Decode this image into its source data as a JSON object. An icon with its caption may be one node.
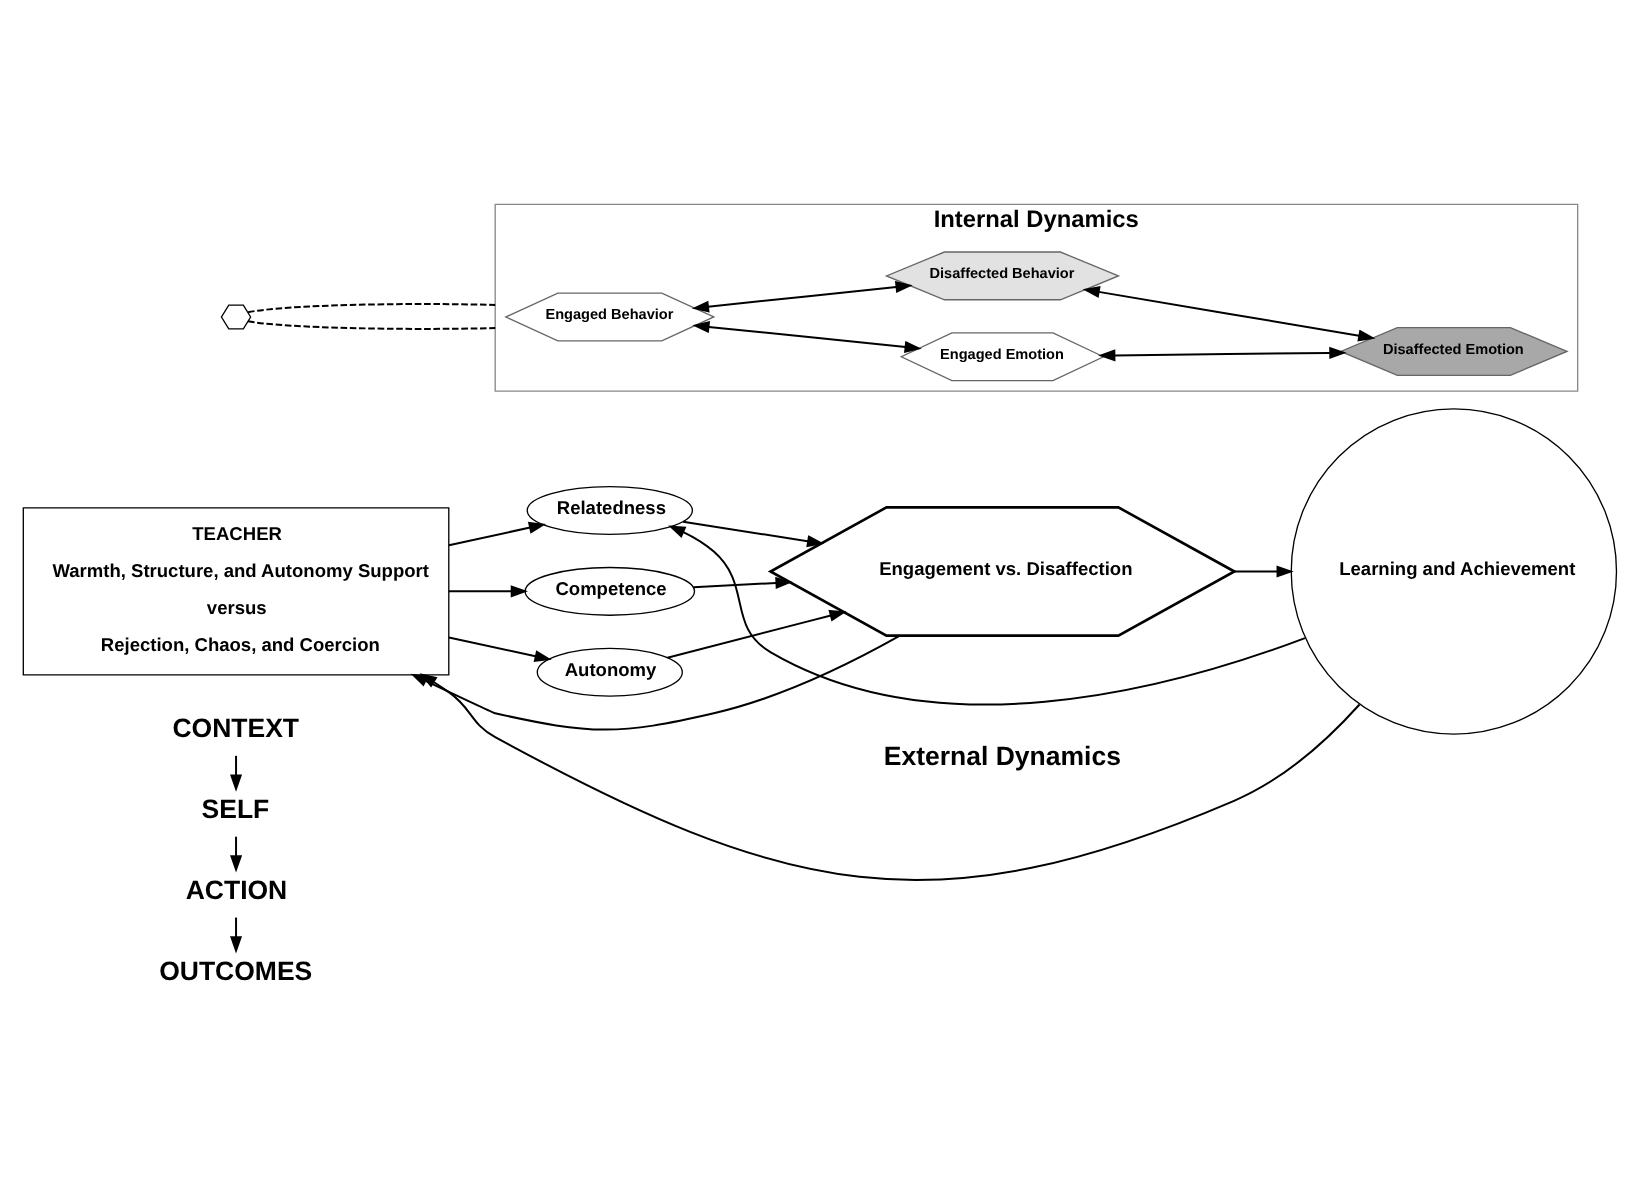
{
  "diagram": {
    "nodes": [
      {
        "text": [
          "CONTEXT"
        ]
      },
      {
        "text": [
          "SELF"
        ]
      },
      {
        "text": [
          "ACTION"
        ]
      },
      {
        "text": [
          "OUTCOMES"
        ]
      },
      {
        "text": [
          "TEACHER",
          "Warmth, Structure, and Autonomy Support",
          "versus",
          "Rejection, Chaos, and Coercion"
        ]
      },
      {
        "text": [
          "Relatedness"
        ]
      },
      {
        "text": [
          "Competence"
        ]
      },
      {
        "text": [
          "Autonomy"
        ]
      },
      {
        "text": [
          "Engagement vs. Disaffection"
        ]
      },
      {
        "text": [
          "Learning and Achievement"
        ]
      },
      {
        "text": [],
        "shape": "hexagon"
      },
      {
        "text": [
          "Internal Dynamics"
        ]
      },
      {
        "text": [
          "Engaged Behavior"
        ],
        "in": 11
      },
      {
        "text": [
          "Engaged Emotion"
        ],
        "in": 11
      },
      {
        "text": [
          "Disaffected Behavior"
        ],
        "in": 11
      },
      {
        "text": [
          "Disaffected Emotion"
        ],
        "in": 11
      }
    ],
    "edges": [
      {
        "from": 0,
        "to": 1,
        "arrow": "to"
      },
      {
        "from": 1,
        "to": 2,
        "arrow": "to"
      },
      {
        "from": 2,
        "to": 3,
        "arrow": "to"
      },
      {
        "from": 4,
        "to": 5,
        "arrow": "to"
      },
      {
        "from": 4,
        "to": 6,
        "arrow": "to"
      },
      {
        "from": 4,
        "to": 7,
        "arrow": "to"
      },
      {
        "from": 5,
        "to": 8,
        "arrow": "to"
      },
      {
        "from": 6,
        "to": 8,
        "arrow": "to"
      },
      {
        "from": 7,
        "to": 8,
        "arrow": "to"
      },
      {
        "from": 8,
        "to": 9,
        "arrow": "to"
      },
      {
        "from": 9,
        "to": 4,
        "arrow": "to"
      },
      {
        "from": 9,
        "to": 5,
        "arrow": "to"
      },
      {
        "from": 8,
        "to": 4,
        "arrow": "to"
      },
      {
        "from": 10,
        "to": 11,
        "arrow": "none",
        "style": "dashed"
      },
      {
        "from": 10,
        "to": 11,
        "arrow": "none",
        "style": "dashed"
      },
      {
        "from": 12,
        "to": 13,
        "arrow": "both"
      },
      {
        "from": 12,
        "to": 14,
        "arrow": "both"
      },
      {
        "from": 13,
        "to": 15,
        "arrow": "both"
      },
      {
        "from": 14,
        "to": 15,
        "arrow": "both"
      }
    ],
    "labels": [
      "External Dynamics"
    ]
  }
}
